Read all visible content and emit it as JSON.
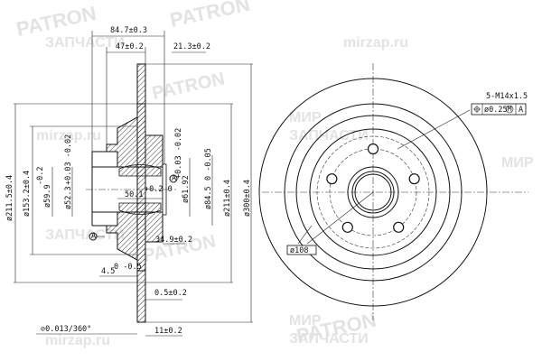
{
  "watermarks": {
    "brand": "PATRON",
    "shop_line1": "МИР",
    "shop_line2": "ЗАПЧАСТИ",
    "site": "mirzap.ru"
  },
  "side_view": {
    "dims": {
      "overall_depth": "84.7±0.3",
      "hub_depth": "47±0.2",
      "flange_offset": "21.3±0.2",
      "dia_211_5": "ø211.5±0.4",
      "dia_153_2": "ø153.2±0.4",
      "dia_59_9": "ø59.9",
      "dia_59_9_tol": "-0.2",
      "dia_52_3": "ø52.3",
      "dia_52_3_tol": "+0.03 -0.02",
      "bearing_width": "50.1",
      "bearing_width_tol": "+0.2 0",
      "dia_61_92": "ø61.92",
      "dia_61_92_tol": "+0.03 -0.02",
      "dia_84_5": "ø84.5",
      "dia_84_5_tol": "0 -0.05",
      "dia_211": "ø211±0.4",
      "dia_300": "ø300±0.4",
      "hub_length": "34.9±0.2",
      "min_thickness": "4.5",
      "min_thickness_tol": "0 -0.5",
      "runout": "0.5±0.2",
      "disc_thickness": "11±0.2",
      "parallelism": "⊘0.013/360°",
      "datum_label": "A"
    }
  },
  "front_view": {
    "thread": "5-M14x1.5",
    "position_tolerance": "ø0.25",
    "modifier": "M",
    "datum": "A",
    "bolt_circle": "ø108",
    "bolt_count": 5
  }
}
